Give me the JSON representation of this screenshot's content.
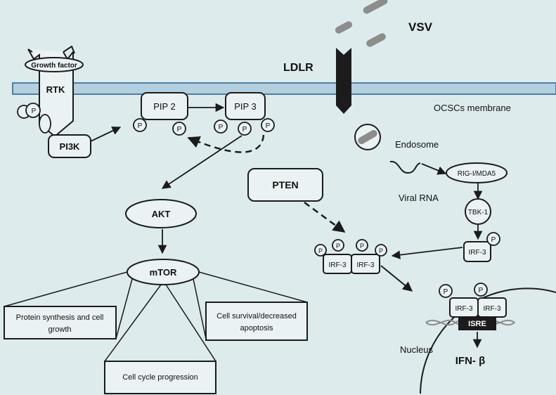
{
  "labels": {
    "vsv": "VSV",
    "ldlr": "LDLR",
    "membrane": "OCSCs membrane",
    "growth_factor": "Growth factor",
    "rtk": "RTK",
    "p": "P",
    "pi3k": "PI3K",
    "pip2": "PIP 2",
    "pip3": "PIP 3",
    "pten": "PTEN",
    "akt": "AKT",
    "mtor": "mTOR",
    "protein_synthesis": [
      "Protein synthesis and cell",
      "growth"
    ],
    "cell_survival": [
      "Cell survival/decreased",
      "apoptosis"
    ],
    "cell_cycle": "Cell cycle progression",
    "endosome": "Endosome",
    "viral_rna": "Viral RNA",
    "rig": "RIG-I/MDA5",
    "tbk1": "TBK-1",
    "irf3": "IRF-3",
    "isre": "ISRE",
    "nucleus": "Nucleus",
    "ifnb": "IFN- β"
  },
  "colors": {
    "background": "#ddebed",
    "membrane": "#b3cfe0",
    "membrane_stroke": "#4f7fa2",
    "box_fill": "#eaf2f3",
    "dark": "#1b1b1b",
    "virion": "#8d8d8d",
    "dna": "#8a8a8a"
  }
}
